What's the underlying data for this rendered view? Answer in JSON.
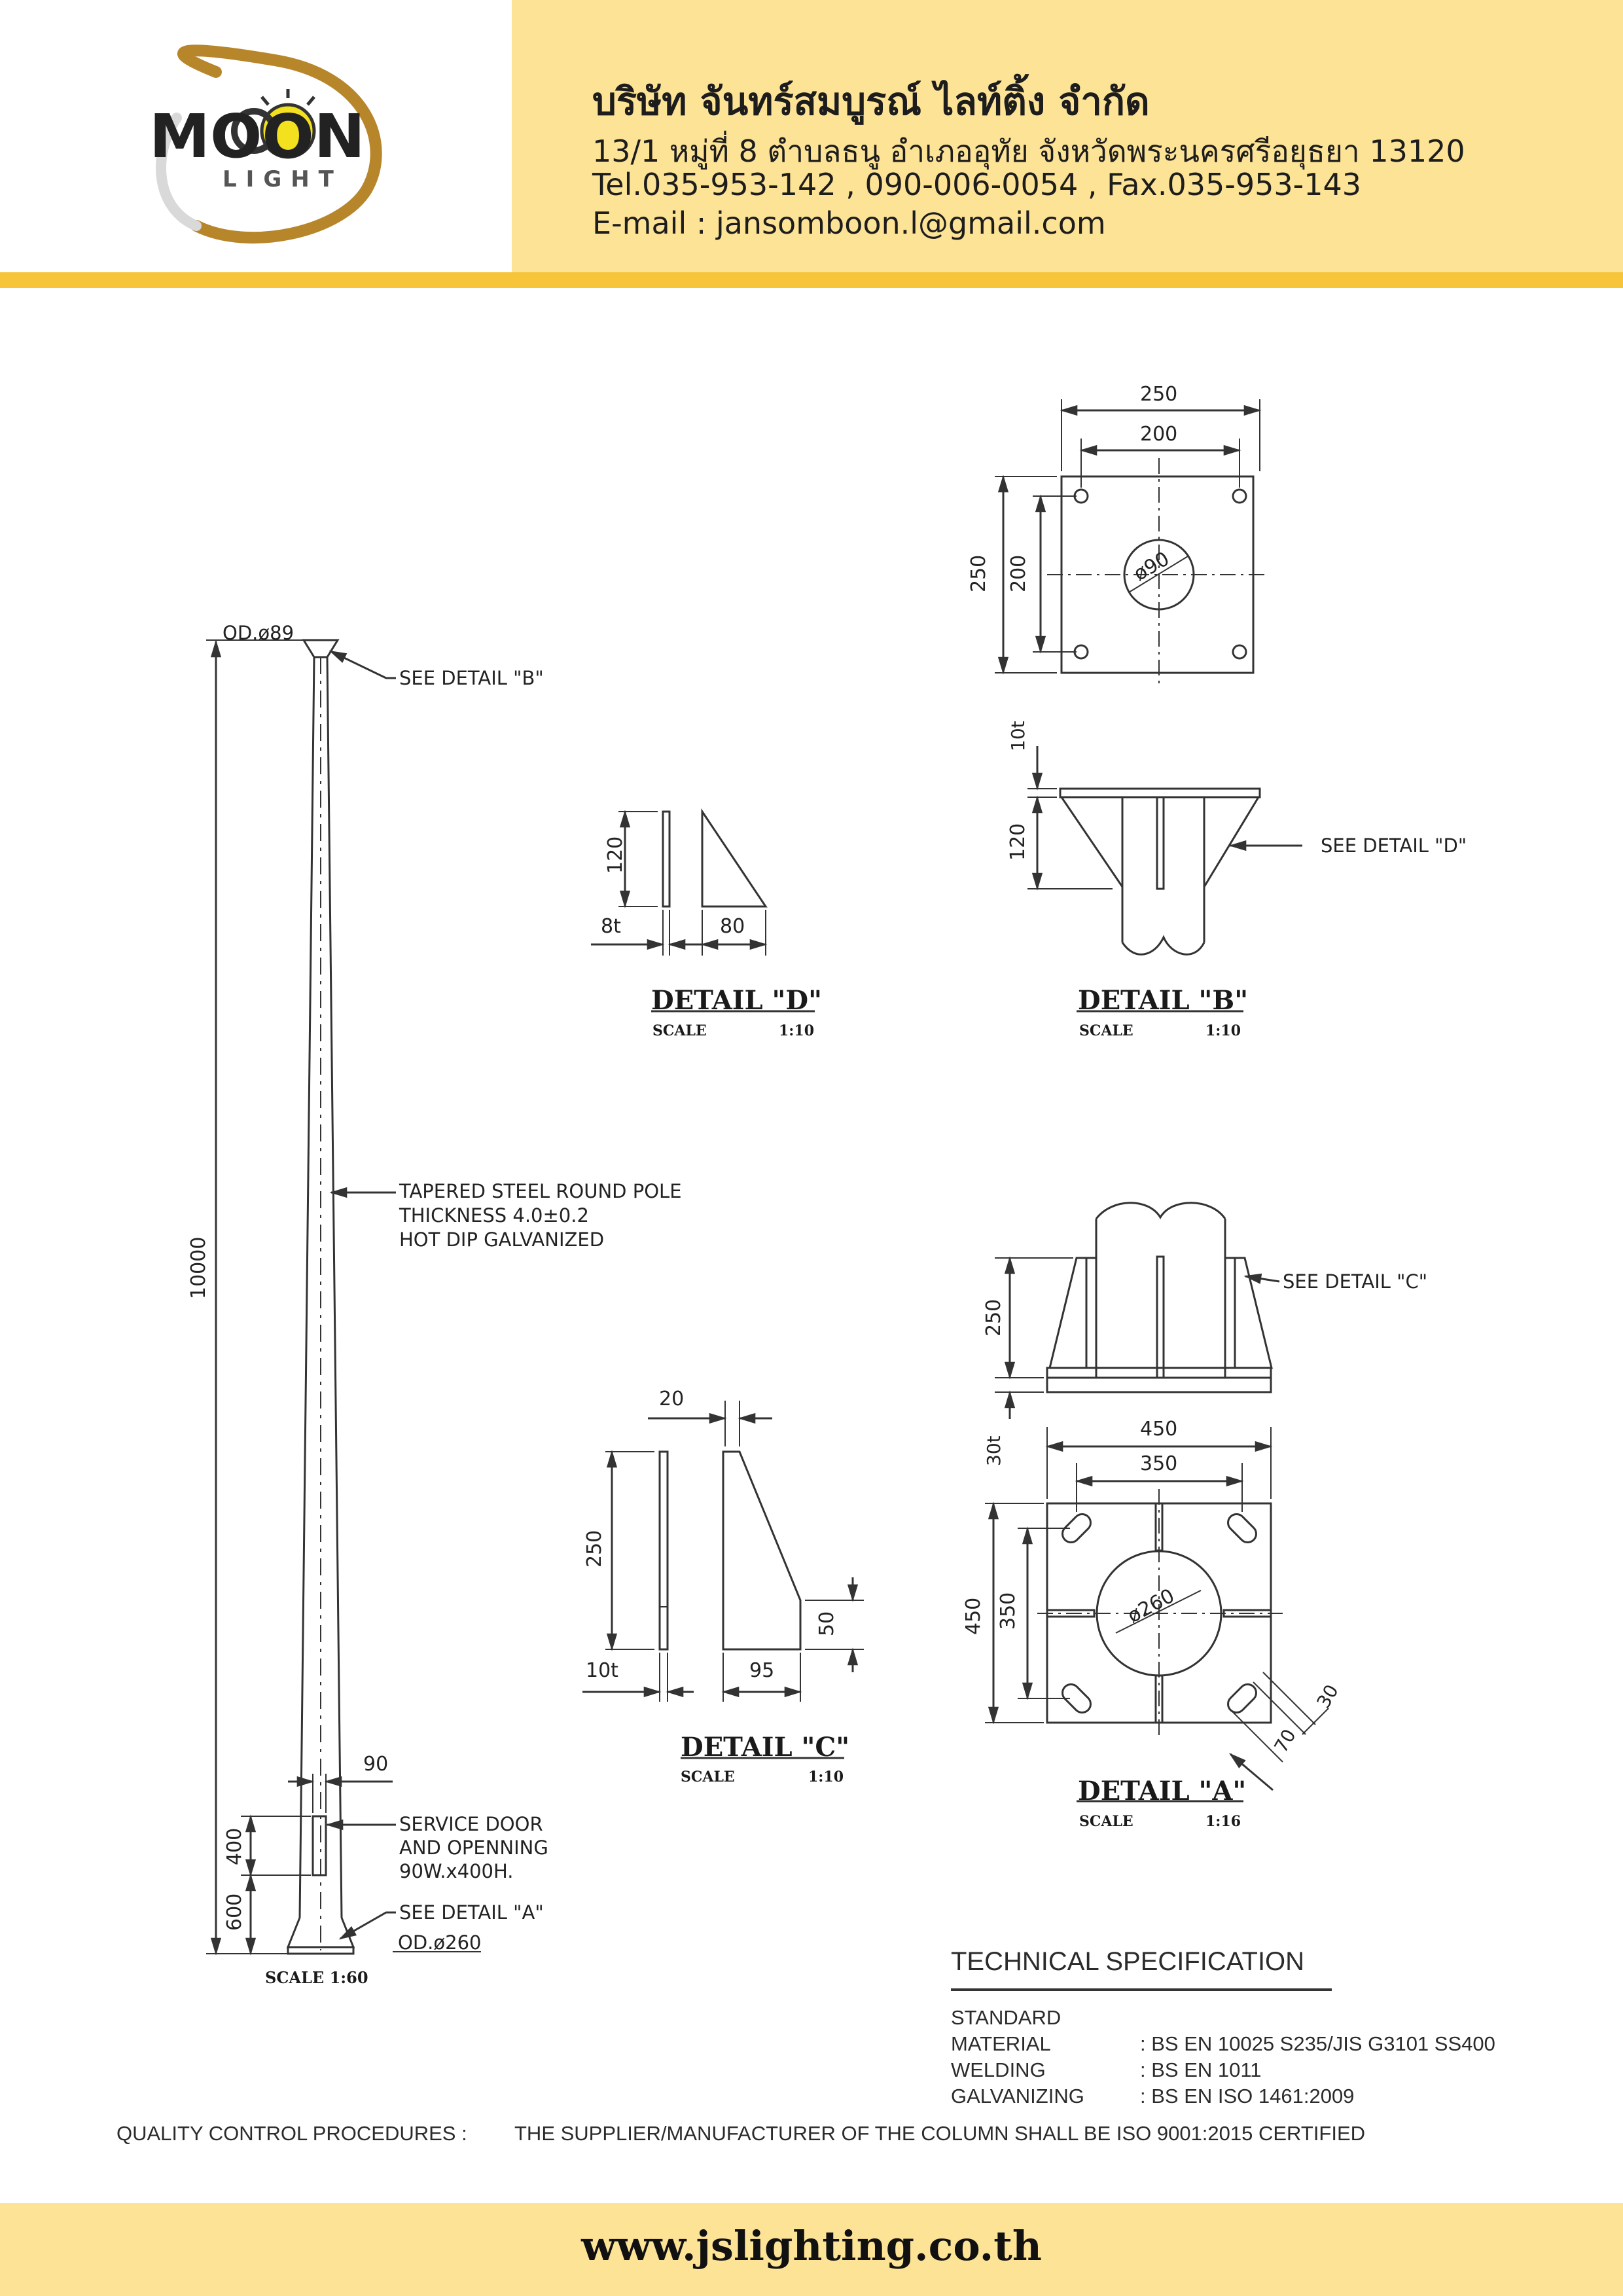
{
  "header": {
    "logo_text_main": "MOON",
    "logo_text_sub": "LIGHT",
    "company_name": "บริษัท จันทร์สมบูรณ์ ไลท์ติ้ง จำกัด",
    "address": "13/1 หมู่ที่ 8 ตำบลธนู อำเภออุทัย จังหวัดพระนครศรีอยุธยา 13120",
    "phone": "Tel.035-953-142 , 090-006-0054 , Fax.035-953-143",
    "email": "E-mail : jansomboon.l@gmail.com"
  },
  "pole": {
    "top_diameter": "OD.ø89",
    "see_detail_b": "SEE DETAIL \"B\"",
    "height": "10000",
    "description": [
      "TAPERED STEEL ROUND POLE",
      "THICKNESS 4.0±0.2",
      "HOT DIP GALVANIZED"
    ],
    "door_offset": "90",
    "door_height": "400",
    "base_height": "600",
    "door_label": [
      "SERVICE DOOR",
      "AND OPENNING",
      "90W.x400H."
    ],
    "see_detail_a": "SEE DETAIL \"A\"",
    "bottom_diameter": "OD.ø260",
    "scale": "SCALE   1:60"
  },
  "detail_d": {
    "title": "DETAIL \"D\"",
    "scale_label": "SCALE",
    "scale_value": "1:10",
    "height": "120",
    "thickness": "8t",
    "width": "80"
  },
  "detail_b": {
    "title": "DETAIL \"B\"",
    "scale_label": "SCALE",
    "scale_value": "1:10",
    "outer_width": "250",
    "inner_width": "200",
    "outer_height": "250",
    "inner_height": "200",
    "hole": "ø90",
    "plate_thickness": "10t",
    "rib_height": "120",
    "see_detail_d": "SEE DETAIL \"D\""
  },
  "detail_c": {
    "title": "DETAIL \"C\"",
    "scale_label": "SCALE",
    "scale_value": "1:10",
    "gap": "20",
    "height": "250",
    "thickness": "10t",
    "width": "95",
    "chamfer": "50"
  },
  "detail_a": {
    "title": "DETAIL \"A\"",
    "scale_label": "SCALE",
    "scale_value": "1:16",
    "rib_height": "250",
    "plate_thickness": "30t",
    "outer_width": "450",
    "inner_width": "350",
    "outer_height": "450",
    "inner_height": "350",
    "hole": "ø260",
    "slot_length": "70",
    "slot_width": "30",
    "see_detail_c": "SEE DETAIL \"C\""
  },
  "spec": {
    "title": "TECHNICAL SPECIFICATION",
    "standard": "STANDARD",
    "rows": [
      {
        "label": "MATERIAL",
        "value": ": BS EN 10025 S235/JIS G3101 SS400"
      },
      {
        "label": "WELDING",
        "value": ": BS EN 1011"
      },
      {
        "label": "GALVANIZING",
        "value": ": BS EN ISO 1461:2009"
      }
    ],
    "qc_label": "QUALITY CONTROL PROCEDURES  :",
    "qc_text": "THE SUPPLIER/MANUFACTURER OF THE COLUMN SHALL BE ISO 9001:2015 CERTIFIED"
  },
  "footer": {
    "website": "www.jslighting.co.th"
  }
}
